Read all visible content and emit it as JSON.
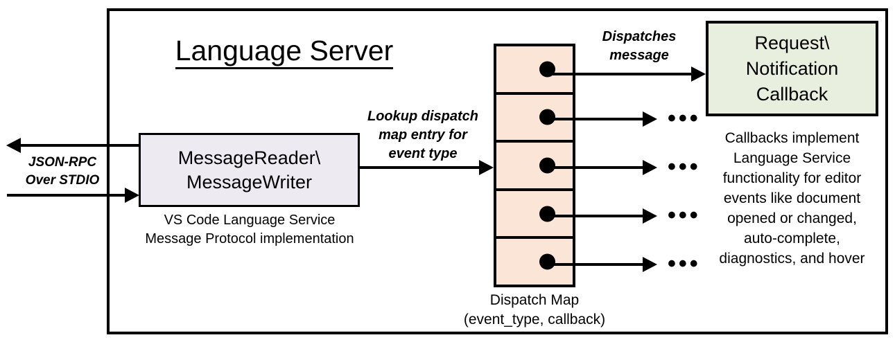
{
  "diagram": {
    "title": "Language Server",
    "outer_border_color": "#000000",
    "background": "#ffffff"
  },
  "message_io": {
    "box_label": "MessageReader\\\nMessageWriter",
    "caption": "VS Code Language Service\nMessage Protocol implementation",
    "fill_color": "#EDEAF2"
  },
  "external_channel": {
    "label": "JSON-RPC\nOver STDIO",
    "outbound_direction": "left",
    "inbound_direction": "right"
  },
  "edges": {
    "lookup_label": "Lookup dispatch\nmap entry for\nevent type",
    "dispatch_label": "Dispatches\nmessage"
  },
  "dispatch_map": {
    "caption": "Dispatch Map\n(event_type, callback)",
    "fill_color": "#FBE5D6",
    "rows": [
      {
        "index": 1,
        "marker": "dot",
        "target": "Request\\Notification Callback",
        "ellipsis": ""
      },
      {
        "index": 2,
        "marker": "dot",
        "target": "",
        "ellipsis": "•••"
      },
      {
        "index": 3,
        "marker": "dot",
        "target": "",
        "ellipsis": "•••"
      },
      {
        "index": 4,
        "marker": "dot",
        "target": "",
        "ellipsis": "•••"
      },
      {
        "index": 5,
        "marker": "dot",
        "target": "",
        "ellipsis": "•••"
      }
    ]
  },
  "callback": {
    "box_label": "Request\\\nNotification\nCallback",
    "caption": "Callbacks implement\nLanguage Service\nfunctionality for editor\nevents like document\nopened or changed,\nauto-complete,\ndiagnostics, and hover",
    "fill_color": "#E8EFDE"
  }
}
